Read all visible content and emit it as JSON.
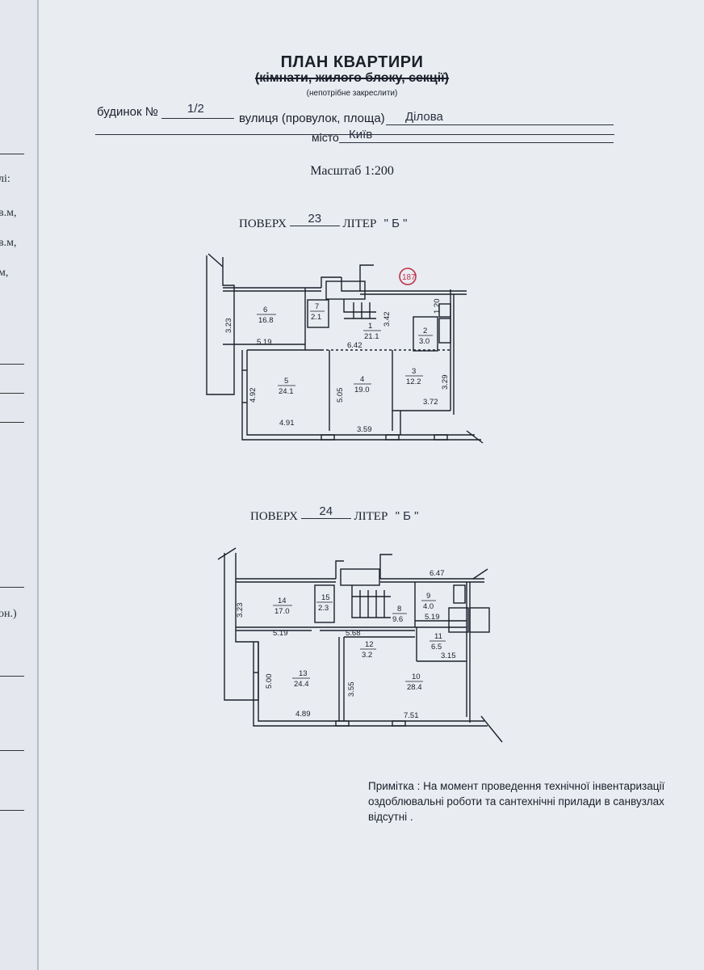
{
  "left_fragments": [
    "лі:",
    "в.м,",
    "в.м,",
    "м,",
    "он.)"
  ],
  "title": "ПЛАН КВАРТИРИ",
  "subtitle": "(кімнати, жилого блоку, секції)",
  "subtitle_note": "(непотрібне закреслити)",
  "address": {
    "house_label": "будинок №",
    "house_number": "1/2",
    "street_label": "вулиця (провулок, площа)",
    "street_value": "Ділова",
    "city_label": "місто",
    "city_value": "Київ"
  },
  "scale": "Масштаб 1:200",
  "floors": [
    {
      "floor_label": "ПОВЕРХ",
      "floor_value": "23",
      "liter_label": "ЛІТЕР",
      "liter_value": "\" Б \"",
      "stamp": "187",
      "rooms": [
        {
          "no": "6",
          "area": "16.8"
        },
        {
          "no": "7",
          "area": "2.1"
        },
        {
          "no": "1",
          "area": "21.1"
        },
        {
          "no": "2",
          "area": "3.0"
        },
        {
          "no": "5",
          "area": "24.1"
        },
        {
          "no": "4",
          "area": "19.0"
        },
        {
          "no": "3",
          "area": "12.2"
        }
      ],
      "dims": [
        "3.23",
        "5.19",
        "3.42",
        "1.20",
        "6.42",
        "4.92",
        "5.05",
        "3.29",
        "3.72",
        "4.91",
        "3.59"
      ]
    },
    {
      "floor_label": "ПОВЕРХ",
      "floor_value": "24",
      "liter_label": "ЛІТЕР",
      "liter_value": "\" Б \"",
      "rooms": [
        {
          "no": "14",
          "area": "17.0"
        },
        {
          "no": "15",
          "area": "2.3"
        },
        {
          "no": "8",
          "area": "9.6"
        },
        {
          "no": "9",
          "area": "4.0"
        },
        {
          "no": "12",
          "area": "3.2"
        },
        {
          "no": "11",
          "area": "6.5"
        },
        {
          "no": "13",
          "area": "24.4"
        },
        {
          "no": "10",
          "area": "28.4"
        }
      ],
      "dims": [
        "6.47",
        "3.23",
        "5.19",
        "5.68",
        "5.19",
        "3.15",
        "5.00",
        "3.55",
        "4.89",
        "7.51"
      ]
    }
  ],
  "remark": "Примітка : На момент проведення технічної інвентаризації оздоблювальні роботи та сантехнічні прилади в санвузлах відсутні ."
}
